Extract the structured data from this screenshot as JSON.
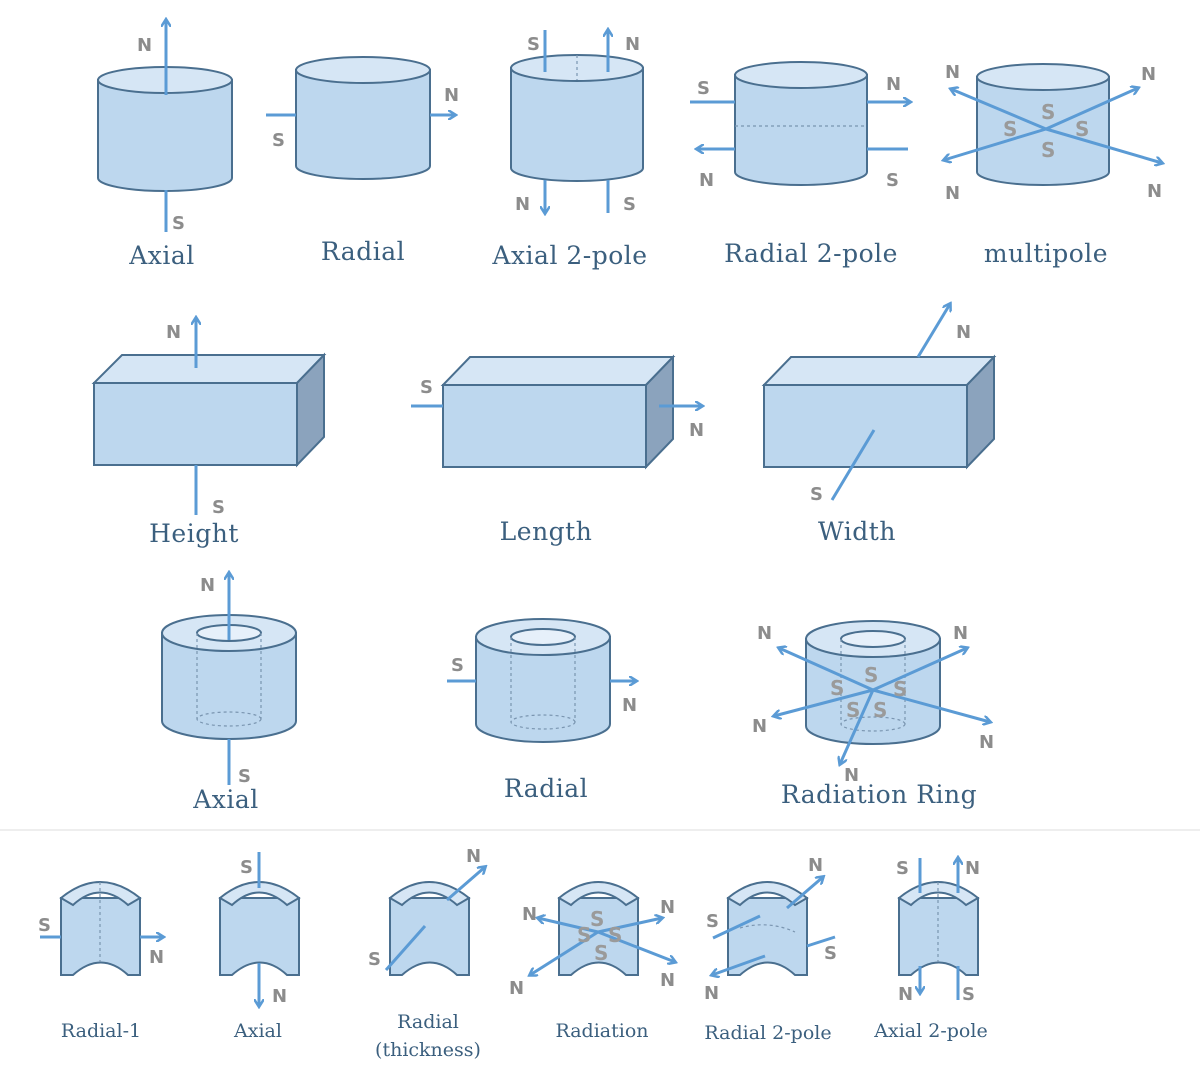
{
  "row1": {
    "captions": [
      "Axial",
      "Radial",
      "Axial 2-pole",
      "Radial  2-pole",
      "multipole"
    ]
  },
  "row2": {
    "captions": [
      "Height",
      "Length",
      "Width"
    ]
  },
  "row3": {
    "captions": [
      "Axial",
      "Radial",
      "Radiation Ring"
    ]
  },
  "row4": {
    "captions": [
      "Radial-1",
      "Axial",
      "Radial",
      "(thickness)",
      "Radiation",
      "Radial 2-pole",
      "Axial 2-pole"
    ]
  },
  "poles": {
    "north": "N",
    "south": "S"
  },
  "colors": {
    "body_fill": "#bdd7ee",
    "top_fill": "#d6e6f5",
    "outline": "#4a6f8f",
    "arrow": "#5b9bd5",
    "caption": "#3b5f7e",
    "pole_letter": "#8c8c8c"
  }
}
